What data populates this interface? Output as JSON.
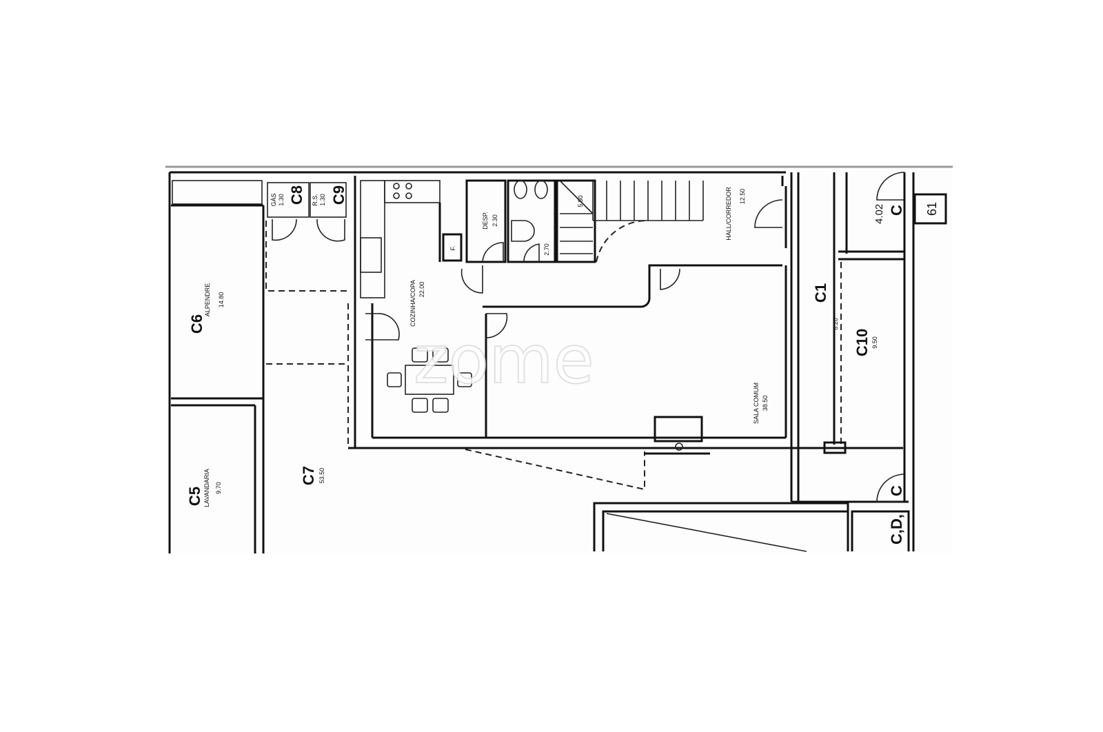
{
  "watermark": "zome",
  "rooms": {
    "c6": {
      "code": "C6",
      "name": "ALPENDRE",
      "area": "14.80"
    },
    "c5": {
      "code": "C5",
      "name": "LAVANDARIA",
      "area": "9.70"
    },
    "c7": {
      "code": "C7",
      "area": "53.50"
    },
    "c8": {
      "code": "C8",
      "name": "GÁS",
      "area": "1.30"
    },
    "c9": {
      "code": "C9",
      "name": "R.S.",
      "area": "1.30"
    },
    "kitchen": {
      "name": "COZINHA/COPA",
      "area": "22.00"
    },
    "desp": {
      "name": "DESP.",
      "area": "2.30"
    },
    "fridge": "F.",
    "wc": {
      "area": "2.70"
    },
    "stairs": {
      "area": "5.50"
    },
    "hall": {
      "name": "HALL/CORREDOR",
      "area": "12.50"
    },
    "living": {
      "name": "SALA COMUM",
      "area": "38.50"
    },
    "c1": {
      "code": "C1",
      "area": "8.20"
    },
    "c10": {
      "code": "C10",
      "area": "9.50"
    }
  },
  "marks": {
    "c_top": "C",
    "c_top_note": "4.02",
    "lot_number": "61",
    "c_bottom": "C",
    "cd": "C,D,"
  }
}
